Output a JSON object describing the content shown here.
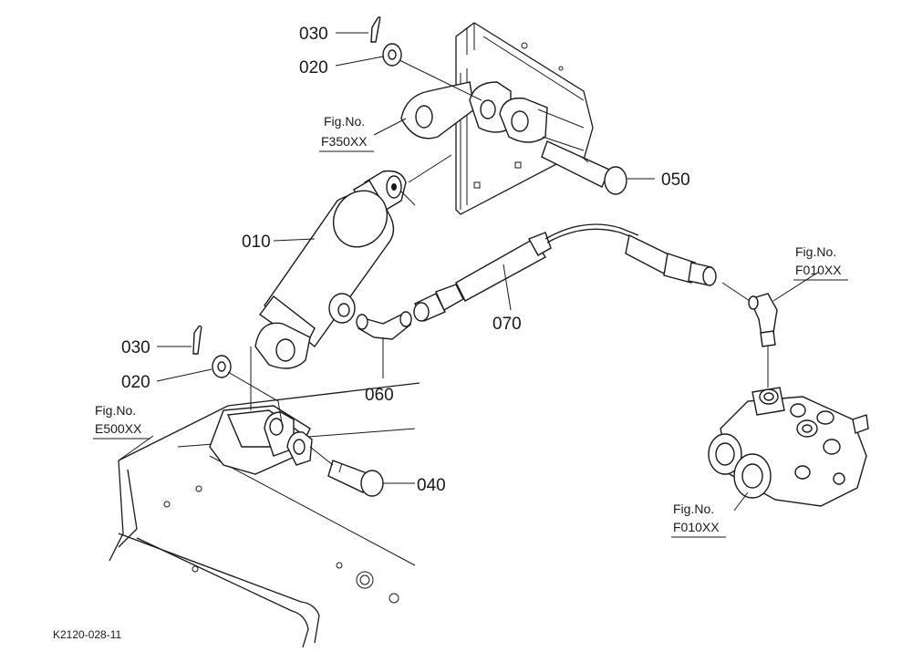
{
  "callouts": {
    "p010": "010",
    "p020_top": "020",
    "p020_bottom": "020",
    "p030_top": "030",
    "p030_bottom": "030",
    "p040": "040",
    "p050": "050",
    "p060": "060",
    "p070": "070"
  },
  "figure_refs": {
    "f350": {
      "label": "Fig.No.",
      "code": "F350XX"
    },
    "e500": {
      "label": "Fig.No.",
      "code": "E500XX"
    },
    "f010_top": {
      "label": "Fig.No.",
      "code": "F010XX"
    },
    "f010_bottom": {
      "label": "Fig.No.",
      "code": "F010XX"
    }
  },
  "drawing_code": "K2120-028-11"
}
